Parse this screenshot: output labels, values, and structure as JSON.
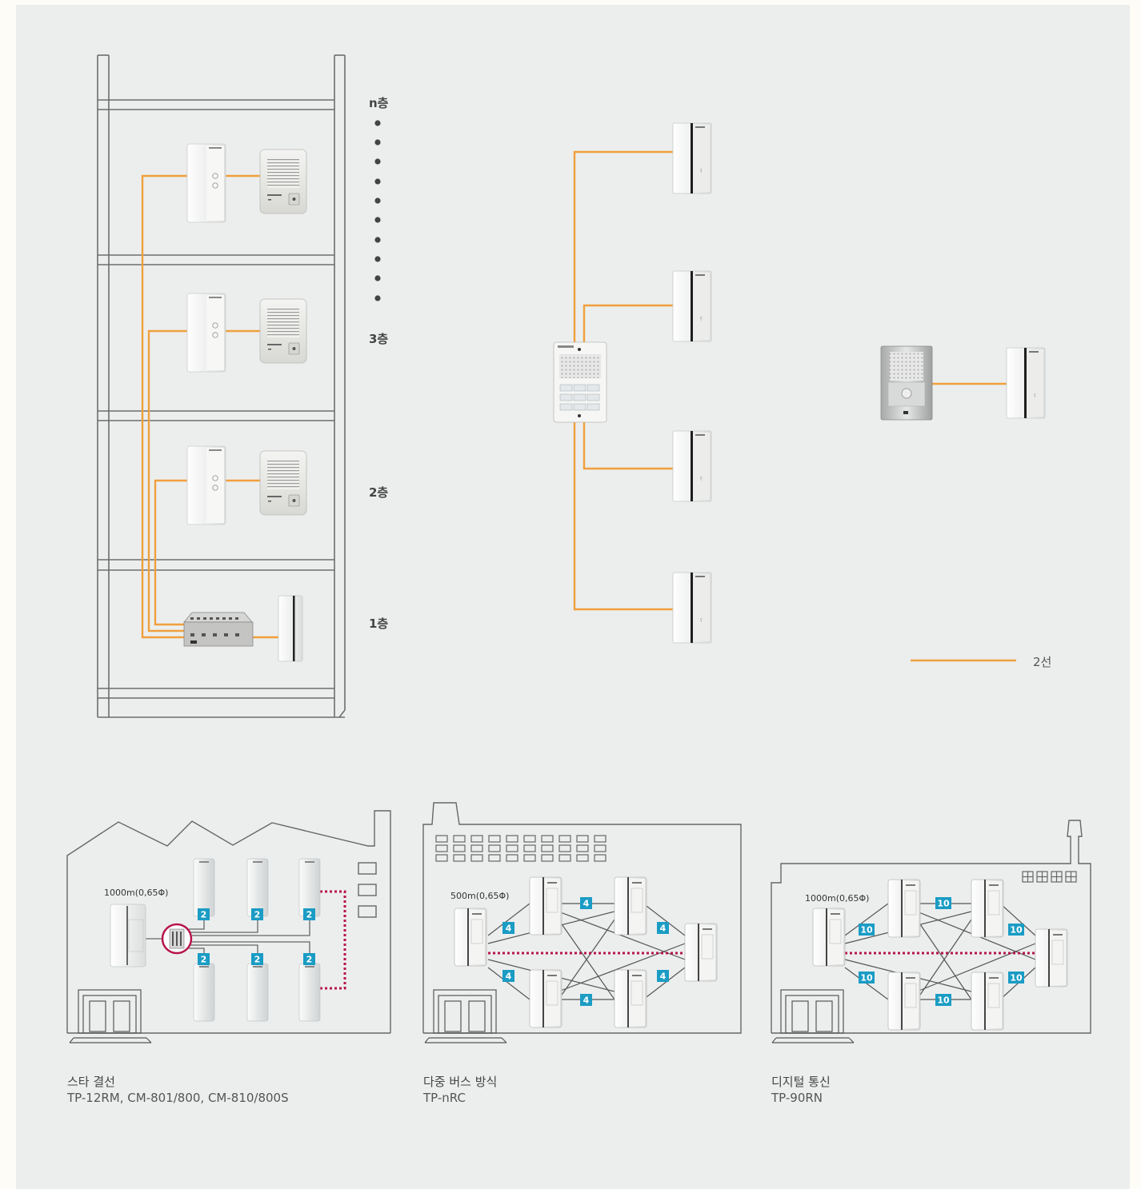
{
  "floors": {
    "n": "n층",
    "f3": "3층",
    "f2": "2층",
    "f1": "1층"
  },
  "legend": {
    "label": "2선",
    "color": "#f0a03c"
  },
  "colors": {
    "wire": "#f0a03c",
    "link": "#b8154a",
    "badge": "#1a9cc4",
    "outline": "#666"
  },
  "icons": [
    "handset-icon",
    "door-station-icon",
    "master-station-icon",
    "switch-box-icon",
    "door-icon"
  ],
  "systems": [
    {
      "title": "스타 결선",
      "models": "TP-12RM, CM-801/800, CM-810/800S",
      "distance": "1000m(0,65Φ)",
      "badge": "2"
    },
    {
      "title": "다중 버스 방식",
      "models": "TP-nRC",
      "distance": "500m(0,65Φ)",
      "badge": "4"
    },
    {
      "title": "디지털 통신",
      "models": "TP-90RN",
      "distance": "1000m(0,65Φ)",
      "badge": "10"
    }
  ]
}
